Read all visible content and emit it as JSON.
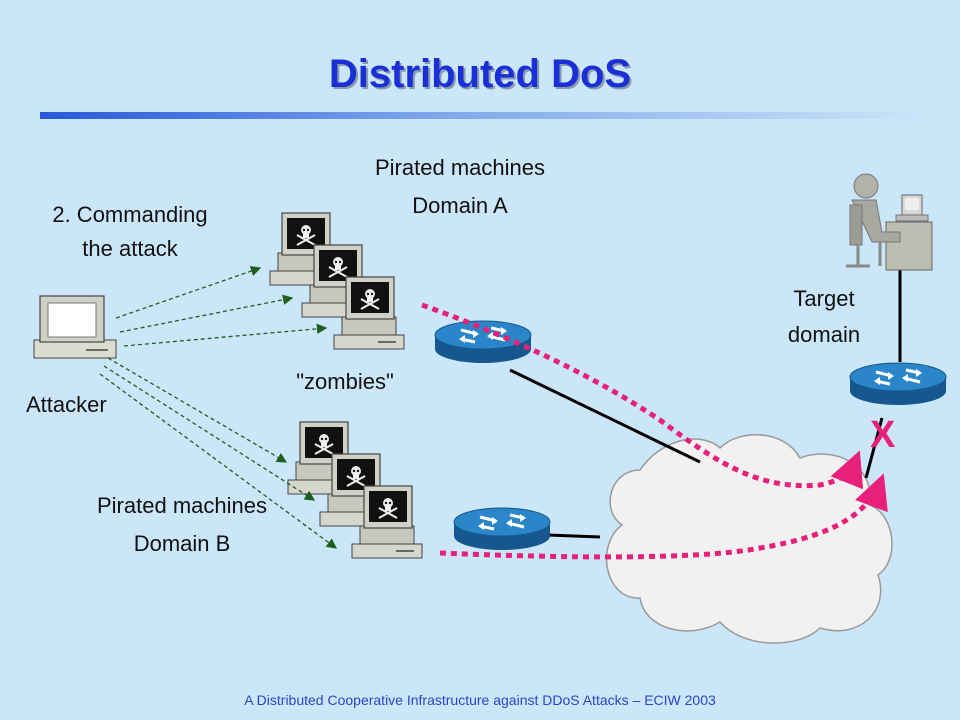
{
  "slide": {
    "title": "Distributed DoS",
    "footer": "A Distributed Cooperative Infrastructure against DDoS Attacks – ECIW 2003"
  },
  "labels": {
    "commanding_line1": "2. Commanding",
    "commanding_line2": "the attack",
    "domain_a_line1": "Pirated machines",
    "domain_a_line2": "Domain A",
    "zombies": "\"zombies\"",
    "attacker": "Attacker",
    "domain_b_line1": "Pirated machines",
    "domain_b_line2": "Domain B",
    "target_line1": "Target",
    "target_line2": "domain",
    "blocked_mark": "X"
  },
  "icons": {
    "attacker": "desktop-computer-icon",
    "zombie": "pirate-computer-icon",
    "router": "router-icon",
    "network": "cloud-icon",
    "target": "user-at-workstation-icon"
  },
  "colors": {
    "background": "#cbe6f8",
    "title": "#1a2fd6",
    "attack_path": "#e8207a",
    "command_arrow": "#1f5e1f",
    "router": "#1f6fb0",
    "footer": "#2a46c8"
  }
}
